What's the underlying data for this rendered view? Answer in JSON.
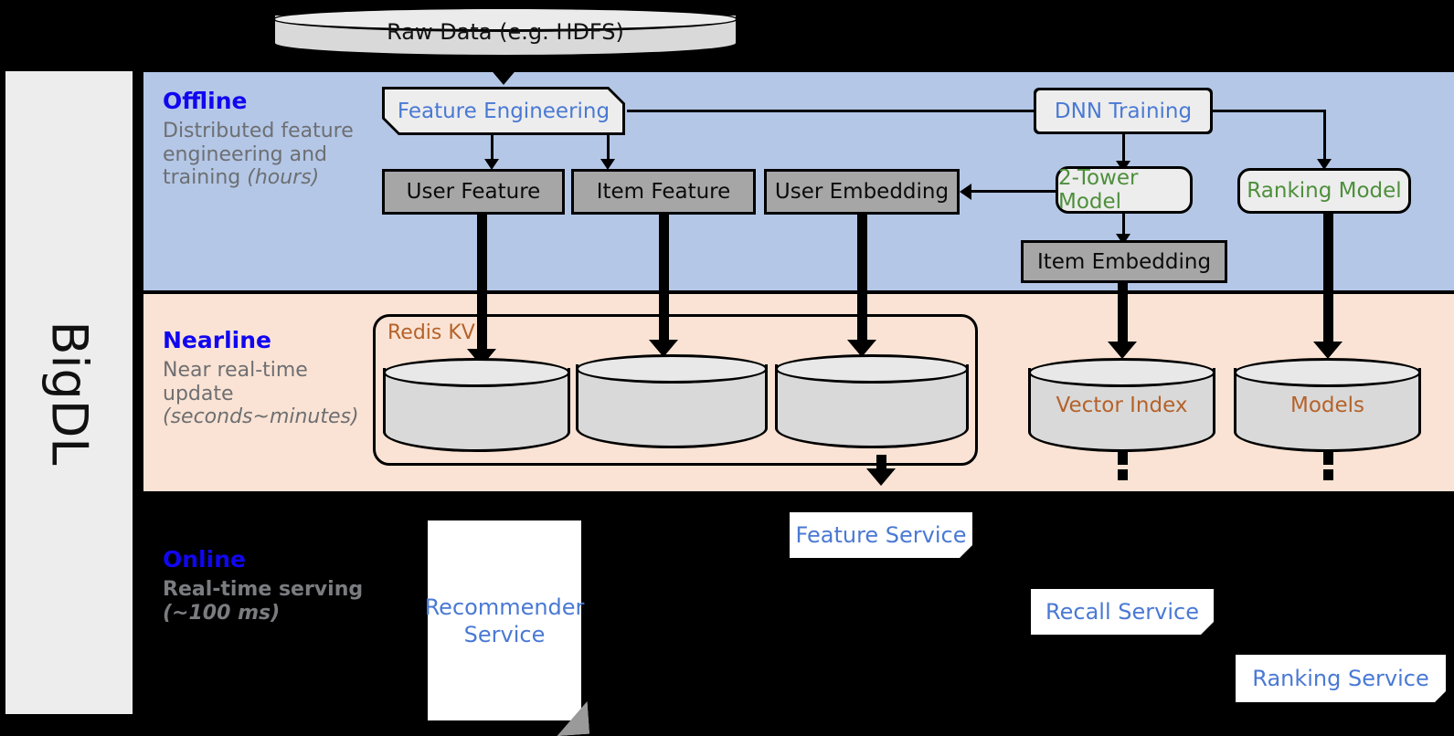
{
  "sidebar": {
    "label": "BigDL"
  },
  "bands": {
    "offline": {
      "title": "Offline",
      "desc_main": "Distributed feature engineering and training ",
      "desc_em": "(hours)"
    },
    "nearline": {
      "title": "Nearline",
      "desc_main": "Near real-time update ",
      "desc_em": "(seconds~minutes)"
    },
    "online": {
      "title": "Online",
      "desc_main": "Real-time serving ",
      "desc_em": "(~100 ms)"
    }
  },
  "nodes": {
    "raw_data": "Raw Data (e.g. HDFS)",
    "feature_engineering": "Feature Engineering",
    "dnn_training": "DNN Training",
    "user_feature": "User Feature",
    "item_feature": "Item Feature",
    "user_embedding": "User Embedding",
    "two_tower_model": "2-Tower Model",
    "ranking_model": "Ranking Model",
    "item_embedding": "Item Embedding",
    "redis_kv": "Redis KV",
    "vector_index": "Vector Index",
    "models": "Models",
    "recommender_service": "Recommender Service",
    "feature_service": "Feature Service",
    "recall_service": "Recall Service",
    "ranking_service": "Ranking Service"
  },
  "colors": {
    "offline_band": "#b4c7e7",
    "nearline_band": "#fae3d4",
    "online_band": "#000000",
    "sidebar": "#ededed",
    "band_title": "#1106f0",
    "band_desc": "#6d6f72",
    "accent_blue": "#4a79d4",
    "accent_green": "#4e8f3c",
    "accent_brown": "#b5622a",
    "gray_box": "#a6a6a6",
    "light_box": "#ededed",
    "cylinder": "#d9d9d9"
  }
}
